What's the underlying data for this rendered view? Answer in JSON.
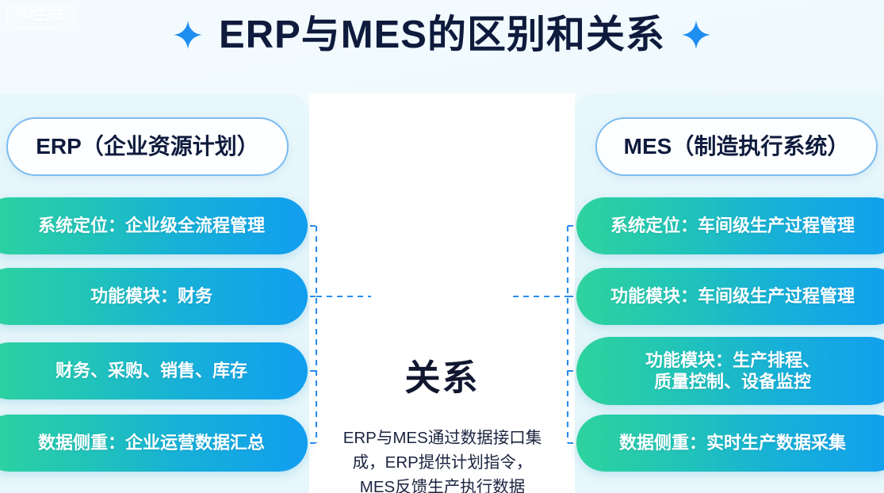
{
  "watermark": {
    "label": "AI生成"
  },
  "header": {
    "title": "ERP与MES的区别和关系",
    "left_icon": "sparkle-icon",
    "right_icon": "sparkle-icon"
  },
  "colors": {
    "title_text": "#0e1b3d",
    "accent_blue": "#2b8cf0",
    "pill_gradient_start": "#2ed39d",
    "pill_gradient_end": "#119ef0",
    "panel_background": "#e6f6fb",
    "center_background": "#ffffff",
    "head_pill_border": "#7cbcf0"
  },
  "left_column": {
    "heading": "ERP（企业资源计划）",
    "items": [
      {
        "label": "系统定位：企业级全流程管理"
      },
      {
        "label": "功能模块：财务"
      },
      {
        "label": "财务、采购、销售、库存"
      },
      {
        "label": "数据侧重：企业运营数据汇总"
      }
    ]
  },
  "right_column": {
    "heading": "MES（制造执行系统）",
    "items": [
      {
        "label": "系统定位：车间级生产过程管理"
      },
      {
        "label": "功能模块：车间级生产过程管理"
      },
      {
        "label": "功能模块：生产排程、\n质量控制、设备监控"
      },
      {
        "label": "数据侧重：实时生产数据采集"
      }
    ]
  },
  "center": {
    "title": "关系",
    "body": "ERP与MES通过数据接口集\n成，ERP提供计划指令，\nMES反馈生产执行数据"
  }
}
